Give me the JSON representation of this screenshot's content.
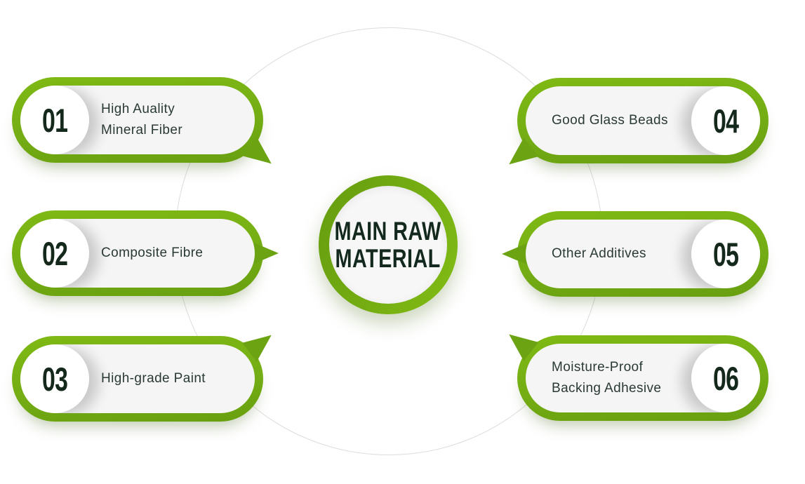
{
  "center": {
    "line1": "MAIN RAW",
    "line2": "MATERIAL"
  },
  "items": [
    {
      "number": "01",
      "line1": "High Auality",
      "line2": "Mineral Fiber",
      "side": "left"
    },
    {
      "number": "02",
      "line1": "Composite Fibre",
      "line2": "",
      "side": "left"
    },
    {
      "number": "03",
      "line1": "High-grade Paint",
      "line2": "",
      "side": "left"
    },
    {
      "number": "04",
      "line1": "Good Glass Beads",
      "line2": "",
      "side": "right"
    },
    {
      "number": "05",
      "line1": "Other Additives",
      "line2": "",
      "side": "right"
    },
    {
      "number": "06",
      "line1": "Moisture-Proof",
      "line2": "Backing Adhesive",
      "side": "right"
    }
  ],
  "colors": {
    "green_light": "#7fb914",
    "green": "#74ad14",
    "green_dark": "#689f10",
    "tail": "#6ca313",
    "fill": "#f5f5f5",
    "number_circle": "#ffffff",
    "number": "#14281c",
    "text": "#2a3a33",
    "center_fill": "#f7f7f7",
    "center_text": "#14291d",
    "orbit": "#dcdcdc"
  }
}
